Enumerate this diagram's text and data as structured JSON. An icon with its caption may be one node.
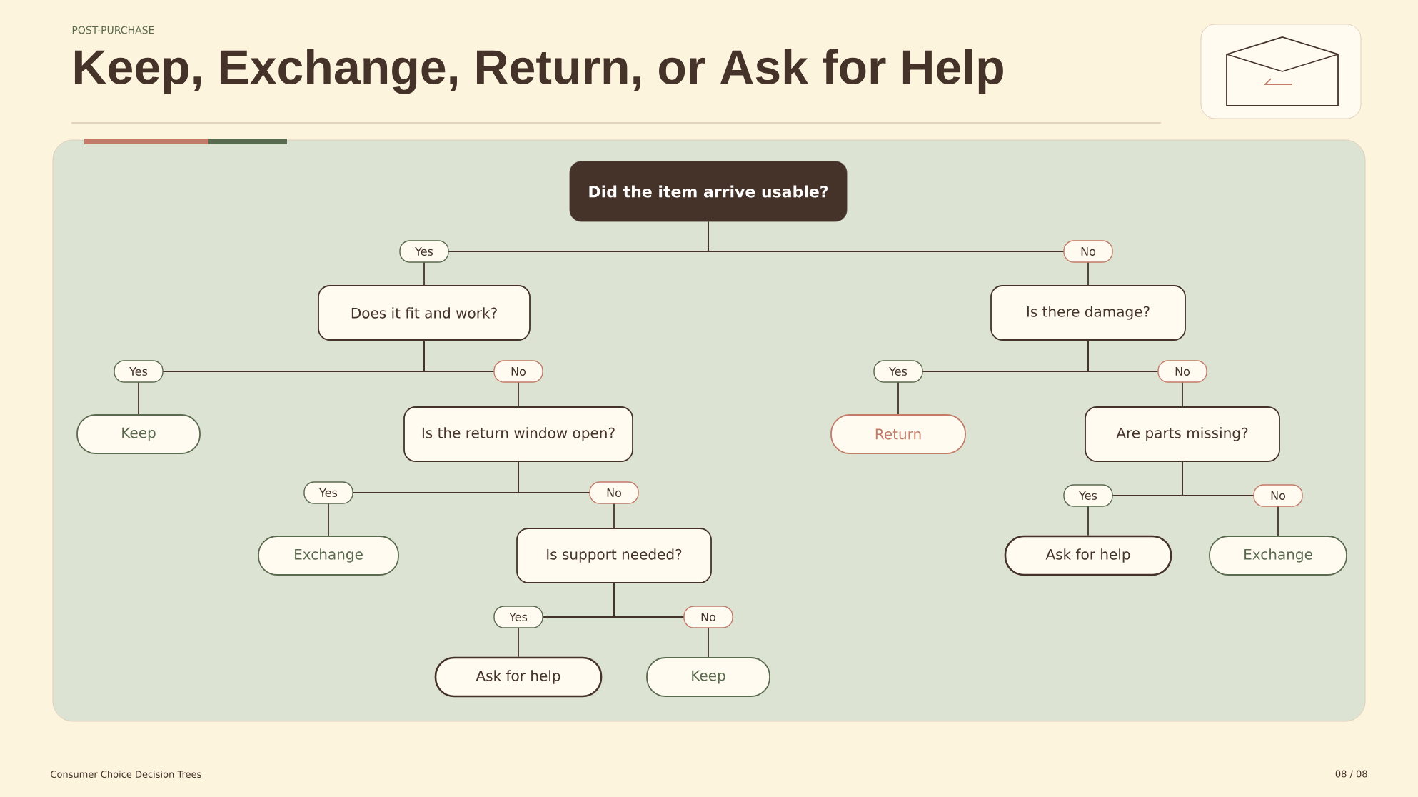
{
  "diagram": {
    "title": "Keep, Exchange, Return, or Ask for Help",
    "nodes": [
      {
        "text": [
          "Did the item arrive usable?"
        ]
      },
      {
        "text": [
          "Does it fit and work?"
        ]
      },
      {
        "text": [
          "Is there damage?"
        ]
      },
      {
        "text": [
          "Keep"
        ]
      },
      {
        "text": [
          "Is the return window open?"
        ]
      },
      {
        "text": [
          "Return"
        ]
      },
      {
        "text": [
          "Are parts missing?"
        ]
      },
      {
        "text": [
          "Exchange"
        ]
      },
      {
        "text": [
          "Is support needed?"
        ]
      },
      {
        "text": [
          "Ask for help"
        ]
      },
      {
        "text": [
          "Exchange"
        ]
      },
      {
        "text": [
          "Ask for help"
        ]
      },
      {
        "text": [
          "Keep"
        ]
      }
    ],
    "edges": [
      {
        "from": 0,
        "to": 1,
        "arrow": "none",
        "label": "Yes"
      },
      {
        "from": 0,
        "to": 2,
        "arrow": "none",
        "label": "No"
      },
      {
        "from": 1,
        "to": 3,
        "arrow": "none",
        "label": "Yes"
      },
      {
        "from": 1,
        "to": 4,
        "arrow": "none",
        "label": "No"
      },
      {
        "from": 2,
        "to": 5,
        "arrow": "none",
        "label": "Yes"
      },
      {
        "from": 2,
        "to": 6,
        "arrow": "none",
        "label": "No"
      },
      {
        "from": 4,
        "to": 7,
        "arrow": "none",
        "label": "Yes"
      },
      {
        "from": 4,
        "to": 8,
        "arrow": "none",
        "label": "No"
      },
      {
        "from": 6,
        "to": 9,
        "arrow": "none",
        "label": "Yes"
      },
      {
        "from": 6,
        "to": 10,
        "arrow": "none",
        "label": "No"
      },
      {
        "from": 8,
        "to": 11,
        "arrow": "none",
        "label": "Yes"
      },
      {
        "from": 8,
        "to": 12,
        "arrow": "none",
        "label": "No"
      }
    ],
    "labels": [
      "POST-PURCHASE",
      "Consumer Choice Decision Trees",
      "08 / 08"
    ]
  }
}
